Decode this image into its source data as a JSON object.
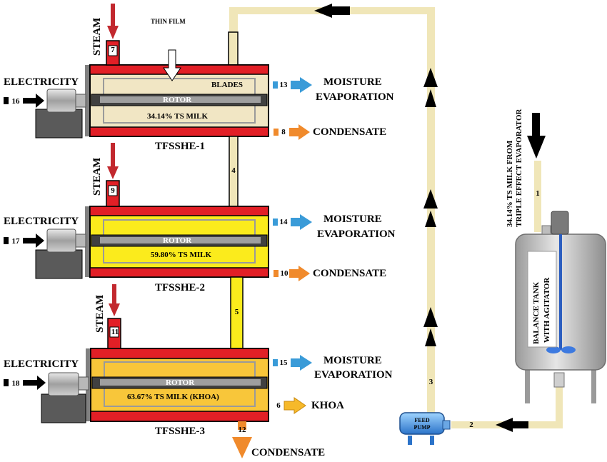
{
  "labels": {
    "thin_film": "THIN FILM",
    "blades": "BLADES",
    "rotor": "ROTOR",
    "steam": "STEAM",
    "electricity": "ELECTRICITY",
    "moisture": "MOISTURE",
    "evaporation": "EVAPORATION",
    "condensate": "CONDENSATE",
    "khoa": "KHOA",
    "feed": "FEED",
    "pump": "PUMP",
    "tank_line1": "BALANCE TANK",
    "tank_line2": "WITH AGITATOR",
    "source_line1": "34.14% TS MILK FROM",
    "source_line2": "TRIPLE EFFECT EVAPORATOR"
  },
  "units": [
    {
      "name": "TFSSHE-1",
      "milk": "34.14% TS MILK",
      "fill_color": "#f1e6c4",
      "steam_stream": "7",
      "electricity_stream": "16",
      "moisture_stream": "13",
      "condensate_stream": "8"
    },
    {
      "name": "TFSSHE-2",
      "milk": "59.80% TS MILK",
      "fill_color": "#fbeb1c",
      "steam_stream": "9",
      "electricity_stream": "17",
      "moisture_stream": "14",
      "condensate_stream": "10"
    },
    {
      "name": "TFSSHE-3",
      "milk": "63.67% TS MILK (KHOA)",
      "fill_color": "#f8c63a",
      "steam_stream": "11",
      "electricity_stream": "18",
      "moisture_stream": "15",
      "condensate_stream": "12",
      "khoa_stream": "6"
    }
  ],
  "streams": {
    "s1": "1",
    "s2": "2",
    "s3": "3",
    "s4": "4",
    "s5": "5"
  },
  "colors": {
    "shell": "#e21f26",
    "pipe": "#f0e6b8",
    "steam_arrow": "#c2282e",
    "moisture_arrow": "#3a9bd8",
    "condensate_arrow": "#f08a2c",
    "khoa_arrow": "#f6b92a",
    "rotor": "#404040"
  }
}
